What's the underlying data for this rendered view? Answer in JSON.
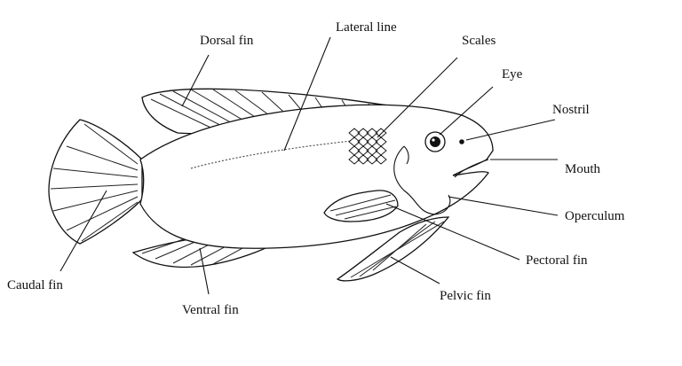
{
  "diagram": {
    "labels": {
      "dorsal_fin": "Dorsal fin",
      "lateral_line": "Lateral line",
      "scales": "Scales",
      "eye": "Eye",
      "nostril": "Nostril",
      "mouth": "Mouth",
      "operculum": "Operculum",
      "pectoral_fin": "Pectoral fin",
      "pelvic_fin": "Pelvic fin",
      "ventral_fin": "Ventral fin",
      "caudal_fin": "Caudal fin"
    }
  }
}
